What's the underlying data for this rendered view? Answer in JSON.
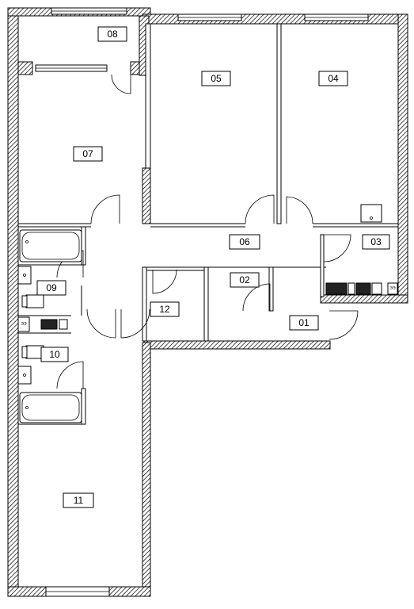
{
  "rooms": [
    {
      "id": "01",
      "label": "01"
    },
    {
      "id": "02",
      "label": "02"
    },
    {
      "id": "03",
      "label": "03"
    },
    {
      "id": "04",
      "label": "04"
    },
    {
      "id": "05",
      "label": "05"
    },
    {
      "id": "06",
      "label": "06"
    },
    {
      "id": "07",
      "label": "07"
    },
    {
      "id": "08",
      "label": "08"
    },
    {
      "id": "09",
      "label": "09"
    },
    {
      "id": "10",
      "label": "10"
    },
    {
      "id": "11",
      "label": "11"
    },
    {
      "id": "12",
      "label": "12"
    }
  ],
  "fixture_labels": {
    "left_meter": "ЭЭ",
    "right_meter": "ЭЭ"
  }
}
